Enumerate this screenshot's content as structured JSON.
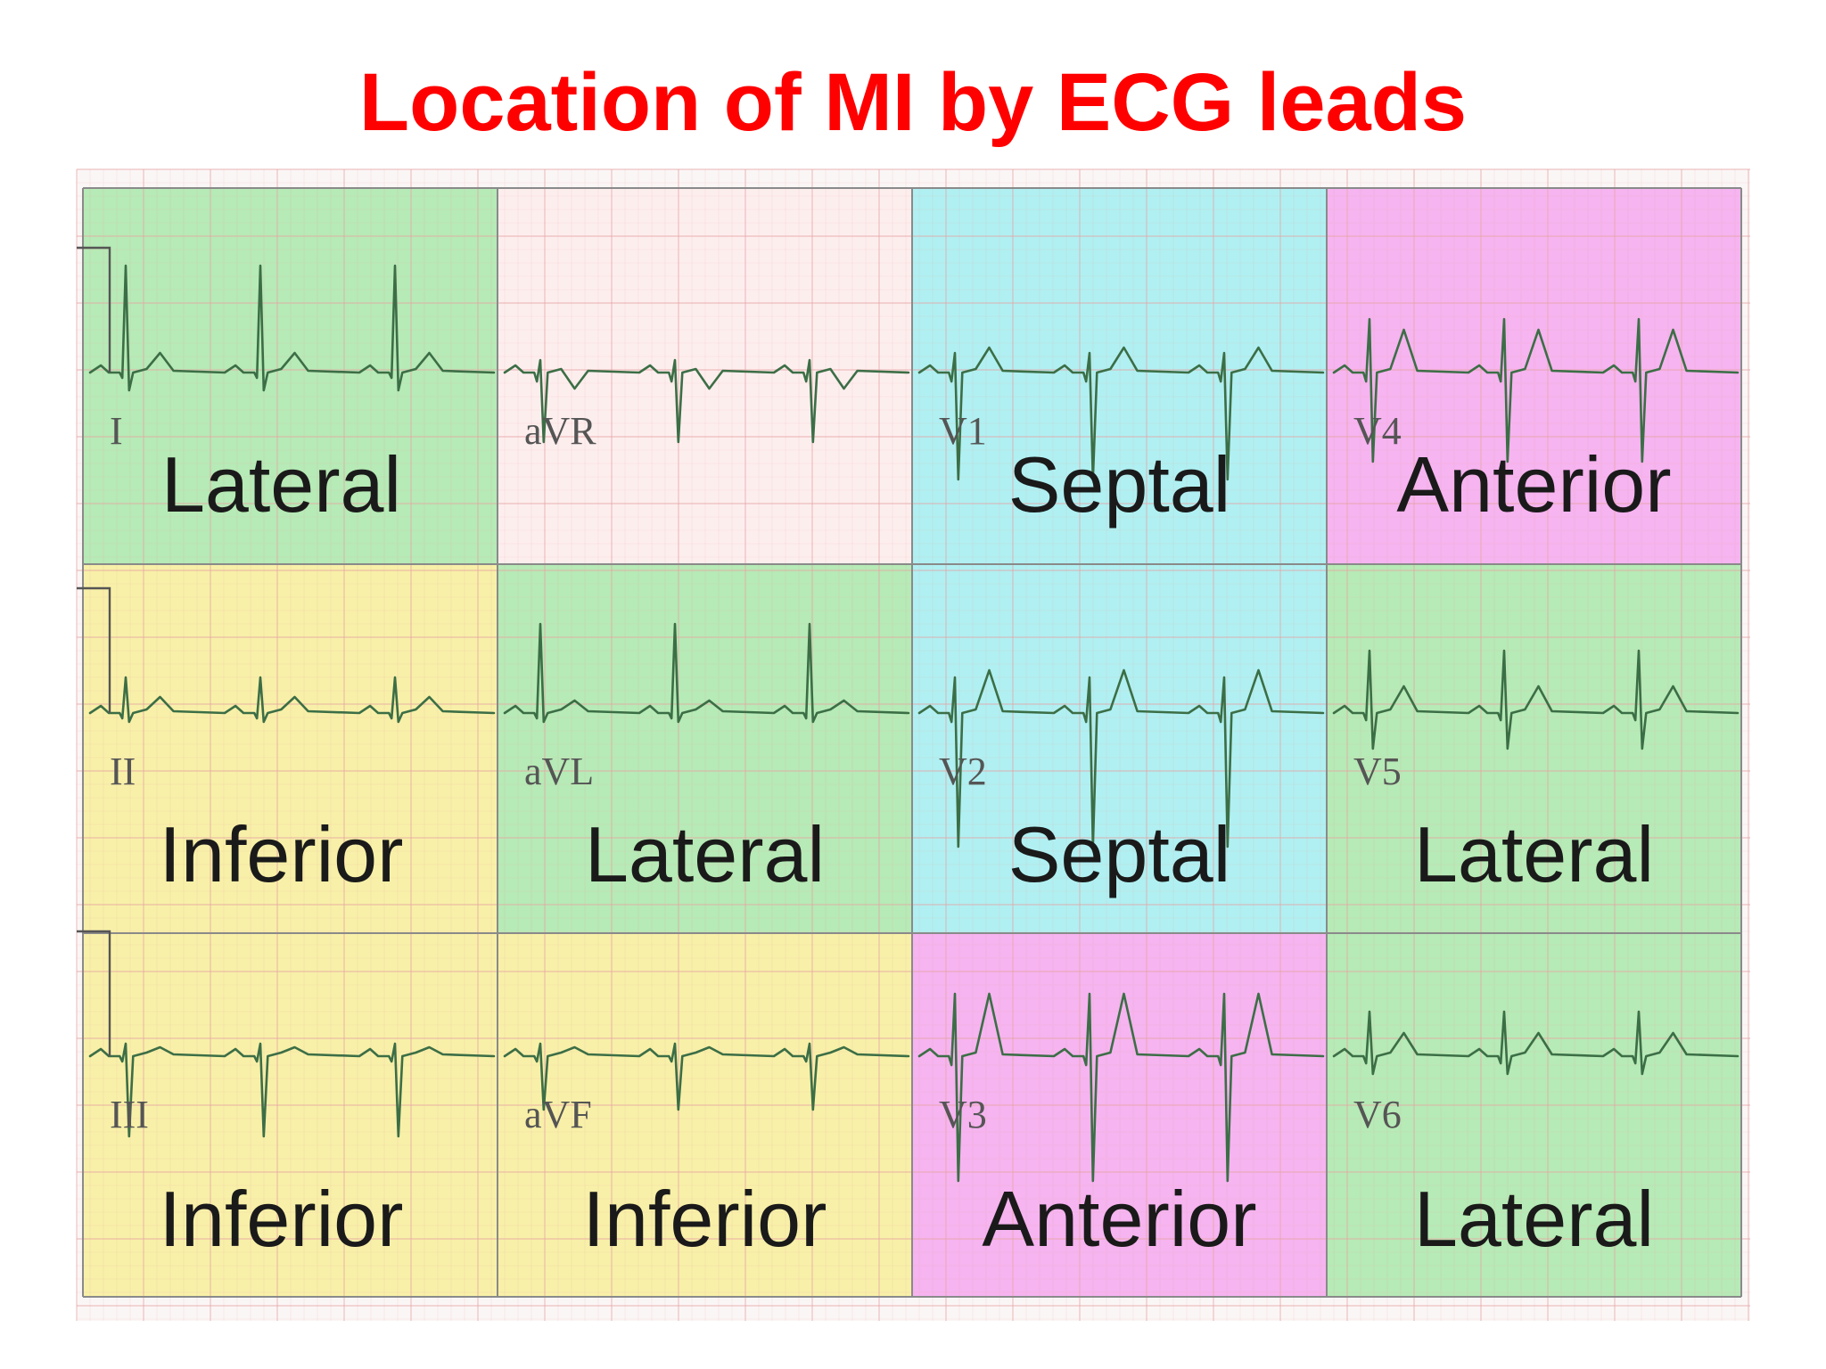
{
  "title": "Location of MI by ECG leads",
  "colors": {
    "title": "#ff0000",
    "lateral": "#b6eab6",
    "inferior": "#f8f0a8",
    "septal": "#b0f0f2",
    "anterior": "#f6b4f0",
    "none": "#fdeeee",
    "grid": "#e6a4a4",
    "trace": "#3c6e46"
  },
  "rows": [
    {
      "cells": [
        {
          "lead": "I",
          "region": "Lateral",
          "color": "lateral"
        },
        {
          "lead": "aVR",
          "region": "",
          "color": "none"
        },
        {
          "lead": "V1",
          "region": "Septal",
          "color": "septal"
        },
        {
          "lead": "V4",
          "region": "Anterior",
          "color": "anterior"
        }
      ]
    },
    {
      "cells": [
        {
          "lead": "II",
          "region": "Inferior",
          "color": "inferior"
        },
        {
          "lead": "aVL",
          "region": "Lateral",
          "color": "lateral"
        },
        {
          "lead": "V2",
          "region": "Septal",
          "color": "septal"
        },
        {
          "lead": "V5",
          "region": "Lateral",
          "color": "lateral"
        }
      ]
    },
    {
      "cells": [
        {
          "lead": "III",
          "region": "Inferior",
          "color": "inferior"
        },
        {
          "lead": "aVF",
          "region": "Inferior",
          "color": "inferior"
        },
        {
          "lead": "V3",
          "region": "Anterior",
          "color": "anterior"
        },
        {
          "lead": "V6",
          "region": "Lateral",
          "color": "lateral"
        }
      ]
    }
  ]
}
